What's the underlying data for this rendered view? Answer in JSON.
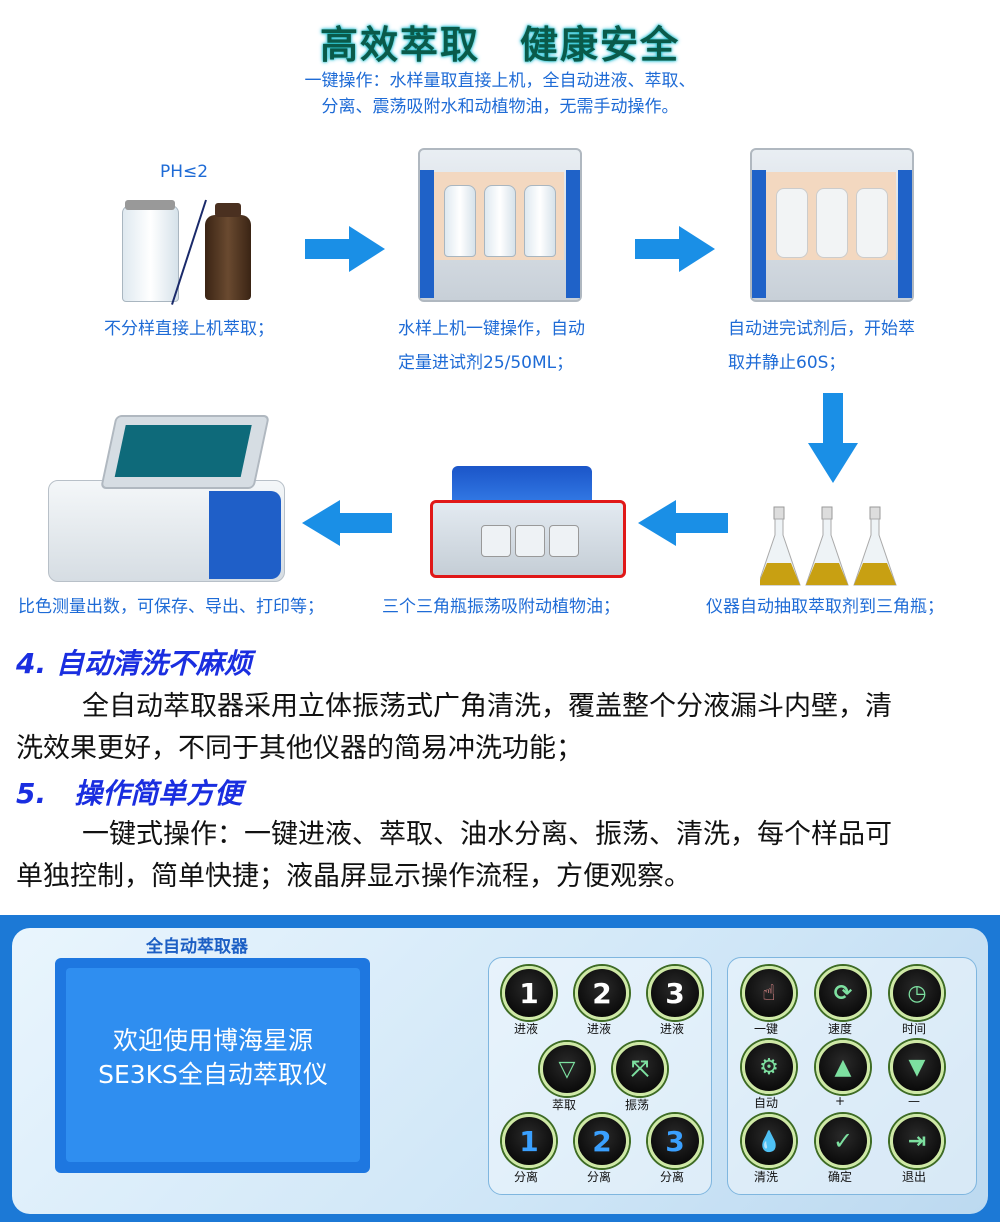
{
  "header": {
    "title": "高效萃取　健康安全",
    "subtitle_line1": "一键操作：水样量取直接上机，全自动进液、萃取、",
    "subtitle_line2": "分离、震荡吸附水和动植物油，无需手动操作。"
  },
  "steps": {
    "ph_label": "PH≤2",
    "step1": "不分样直接上机萃取；",
    "step2_line1": "水样上机一键操作，自动",
    "step2_line2": "定量进试剂25/50ML；",
    "step3_line1": "自动进完试剂后，开始萃",
    "step3_line2": "取并静止60S；",
    "step4": "仪器自动抽取萃取剂到三角瓶；",
    "step5": "三个三角瓶振荡吸附动植物油；",
    "step6": "比色测量出数，可保存、导出、打印等；"
  },
  "sections": {
    "s4_heading": "4. 自动清洗不麻烦",
    "s4_line1": "全自动萃取器采用立体振荡式广角清洗，覆盖整个分液漏斗内壁，清",
    "s4_line2": "洗效果更好，不同于其他仪器的简易冲洗功能；",
    "s5_heading": "5.　操作简单方便",
    "s5_line1": "一键式操作：一键进液、萃取、油水分离、振荡、清洗，每个样品可",
    "s5_line2": "单独控制，简单快捷；液晶屏显示操作流程，方便观察。"
  },
  "panel": {
    "title": "全自动萃取器",
    "screen_line1": "欢迎使用博海星源",
    "screen_line2": "SE3KS全自动萃取仪",
    "left_buttons": [
      {
        "glyph": "1",
        "label": "进液"
      },
      {
        "glyph": "2",
        "label": "进液"
      },
      {
        "glyph": "3",
        "label": "进液"
      },
      {
        "glyph": "▽",
        "label": "萃取"
      },
      {
        "glyph": "⤧",
        "label": "振荡"
      },
      {
        "glyph": "1",
        "label": "分离"
      },
      {
        "glyph": "2",
        "label": "分离"
      },
      {
        "glyph": "3",
        "label": "分离"
      }
    ],
    "right_buttons": [
      {
        "glyph": "☝",
        "label": "一键"
      },
      {
        "glyph": "⟳",
        "label": "速度"
      },
      {
        "glyph": "◷",
        "label": "时间"
      },
      {
        "glyph": "⚙",
        "label": "自动"
      },
      {
        "glyph": "▲",
        "label": "+"
      },
      {
        "glyph": "▼",
        "label": "—"
      },
      {
        "glyph": "💧",
        "label": "清洗"
      },
      {
        "glyph": "✓",
        "label": "确定"
      },
      {
        "glyph": "⇥",
        "label": "退出"
      }
    ]
  },
  "colors": {
    "caption_blue": "#1e6bd6",
    "arrow_blue": "#1a8fe6",
    "heading_blue": "#1a2ee0"
  }
}
